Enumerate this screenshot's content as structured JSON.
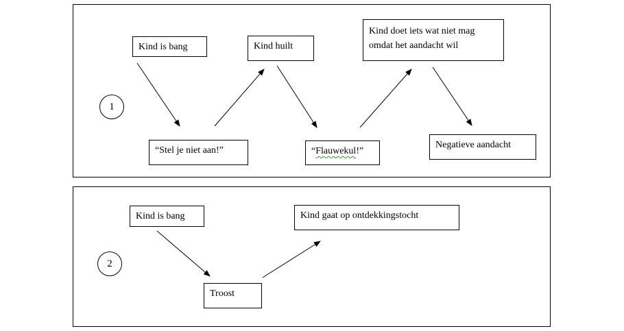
{
  "diagram": {
    "panel_1": {
      "number": "1",
      "boxes": {
        "kind_is_bang": "Kind is bang",
        "stel_je_niet_aan": "“Stel je niet aan!”",
        "kind_huilt": "Kind huilt",
        "flauwekul_open": "“",
        "flauwekul_word": "Flauwekul",
        "flauwekul_close": "!”",
        "kind_doet_iets": "Kind doet iets wat niet mag\nomdat het aandacht wil",
        "negatieve_aandacht": "Negatieve aandacht"
      }
    },
    "panel_2": {
      "number": "2",
      "boxes": {
        "kind_is_bang": "Kind is bang",
        "troost": "Troost",
        "ontdekkingstocht": "Kind gaat op ontdekkingstocht"
      }
    }
  }
}
